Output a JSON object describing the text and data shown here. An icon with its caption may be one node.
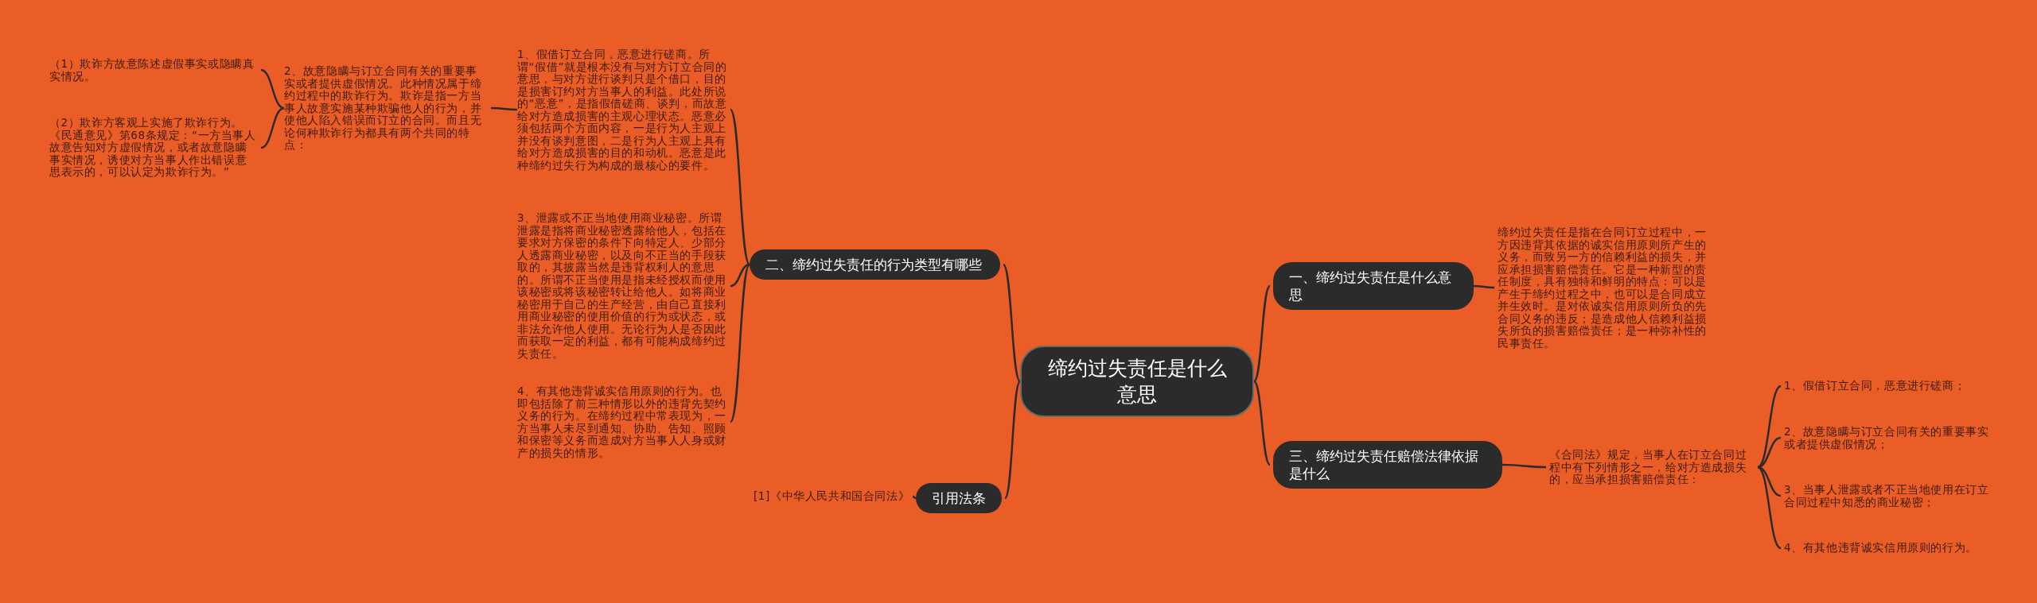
{
  "diagram": {
    "nodes": [
      {
        "text": [
          "缔约过失责任是什么意思"
        ]
      },
      {
        "text": [
          "一、缔约过失责任是什么意思"
        ]
      },
      {
        "text": [
          "缔约过失责任是指在合同订立过程中，一方因违背其依据的诚实信用原则所产生的义务，而致另一方的信赖利益的损失，并应承担损害赔偿责任。它是一种新型的责任制度，具有独特和鲜明的特点：可以是产生于缔约过程之中，也可以是合同成立并生效时。是对依诚实信用原则所负的先合同义务的违反；是造成他人信赖利益损失所负的损害赔偿责任；是一种弥补性的民事责任。"
        ]
      },
      {
        "text": [
          "三、缔约过失责任赔偿法律依据是什么"
        ]
      },
      {
        "text": [
          "《合同法》规定，当事人在订立合同过程中有下列情形之一，给对方造成损失的，应当承担损害赔偿责任："
        ]
      },
      {
        "text": [
          "1、假借订立合同，恶意进行磋商；"
        ]
      },
      {
        "text": [
          "2、故意隐瞒与订立合同有关的重要事实或者提供虚假情况；"
        ]
      },
      {
        "text": [
          "3、当事人泄露或者不正当地使用在订立合同过程中知悉的商业秘密；"
        ]
      },
      {
        "text": [
          "4、有其他违背诚实信用原则的行为。"
        ]
      },
      {
        "text": [
          "二、缔约过失责任的行为类型有哪些"
        ]
      },
      {
        "text": [
          "1、假借订立合同，恶意进行磋商。所谓“假借”就是根本没有与对方订立合同的意思，与对方进行谈判只是个借口，目的是损害订约对方当事人的利益。此处所说的“恶意”，是指假借磋商、谈判，而故意给对方造成损害的主观心理状态。恶意必须包括两个方面内容，一是行为人主观上并没有谈判意图，二是行为人主观上具有给对方造成损害的目的和动机。恶意是此种缔约过失行为构成的最核心的要件。"
        ]
      },
      {
        "text": [
          "2、故意隐瞒与订立合同有关的重要事实或者提供虚假情况。此种情况属于缔约过程中的欺诈行为。欺诈是指一方当事人故意实施某种欺骗他人的行为，并使他人陷入错误而订立的合同。而且无论何种欺诈行为都具有两个共同的特点："
        ]
      },
      {
        "text": [
          "（1）欺诈方故意陈述虚假事实或隐瞒真实情况。"
        ]
      },
      {
        "text": [
          "（2）欺诈方客观上实施了欺诈行为。《民通意见》第68条规定：“一方当事人故意告知对方虚假情况，或者故意隐瞒事实情况，诱使对方当事人作出错误意思表示的，可以认定为欺诈行为。”"
        ]
      },
      {
        "text": [
          "3、泄露或不正当地使用商业秘密。所谓泄露是指将商业秘密透露给他人，包括在要求对方保密的条件下向特定人、少部分人透露商业秘密，以及向不正当的手段获取的，其披露当然是违背权利人的意思的。所谓不正当使用是指未经授权而使用该秘密或将该秘密转让给他人。如将商业秘密用于自己的生产经营，由自己直接利用商业秘密的使用价值的行为或状态，或非法允许他人使用。无论行为人是否因此而获取一定的利益，都有可能构成缔约过失责任。"
        ]
      },
      {
        "text": [
          "4、有其他违背诚实信用原则的行为。也即包括除了前三种情形以外的违背先契约义务的行为。在缔约过程中常表现为，一方当事人未尽到通知、协助、告知、照顾和保密等义务而造成对方当事人人身或财产的损失的情形。"
        ]
      },
      {
        "text": [
          "引用法条"
        ]
      },
      {
        "text": [
          "[1]《中华人民共和国合同法》"
        ]
      }
    ],
    "edges": [
      {
        "from": 0,
        "to": 1,
        "arrow": "none"
      },
      {
        "from": 1,
        "to": 2,
        "arrow": "none"
      },
      {
        "from": 0,
        "to": 3,
        "arrow": "none"
      },
      {
        "from": 3,
        "to": 4,
        "arrow": "none"
      },
      {
        "from": 4,
        "to": 5,
        "arrow": "none"
      },
      {
        "from": 4,
        "to": 6,
        "arrow": "none"
      },
      {
        "from": 4,
        "to": 7,
        "arrow": "none"
      },
      {
        "from": 4,
        "to": 8,
        "arrow": "none"
      },
      {
        "from": 0,
        "to": 9,
        "arrow": "none"
      },
      {
        "from": 9,
        "to": 10,
        "arrow": "none"
      },
      {
        "from": 10,
        "to": 11,
        "arrow": "none"
      },
      {
        "from": 11,
        "to": 12,
        "arrow": "none"
      },
      {
        "from": 11,
        "to": 13,
        "arrow": "none"
      },
      {
        "from": 9,
        "to": 14,
        "arrow": "none"
      },
      {
        "from": 9,
        "to": 15,
        "arrow": "none"
      },
      {
        "from": 0,
        "to": 16,
        "arrow": "none"
      },
      {
        "from": 16,
        "to": 17,
        "arrow": "none"
      }
    ]
  }
}
